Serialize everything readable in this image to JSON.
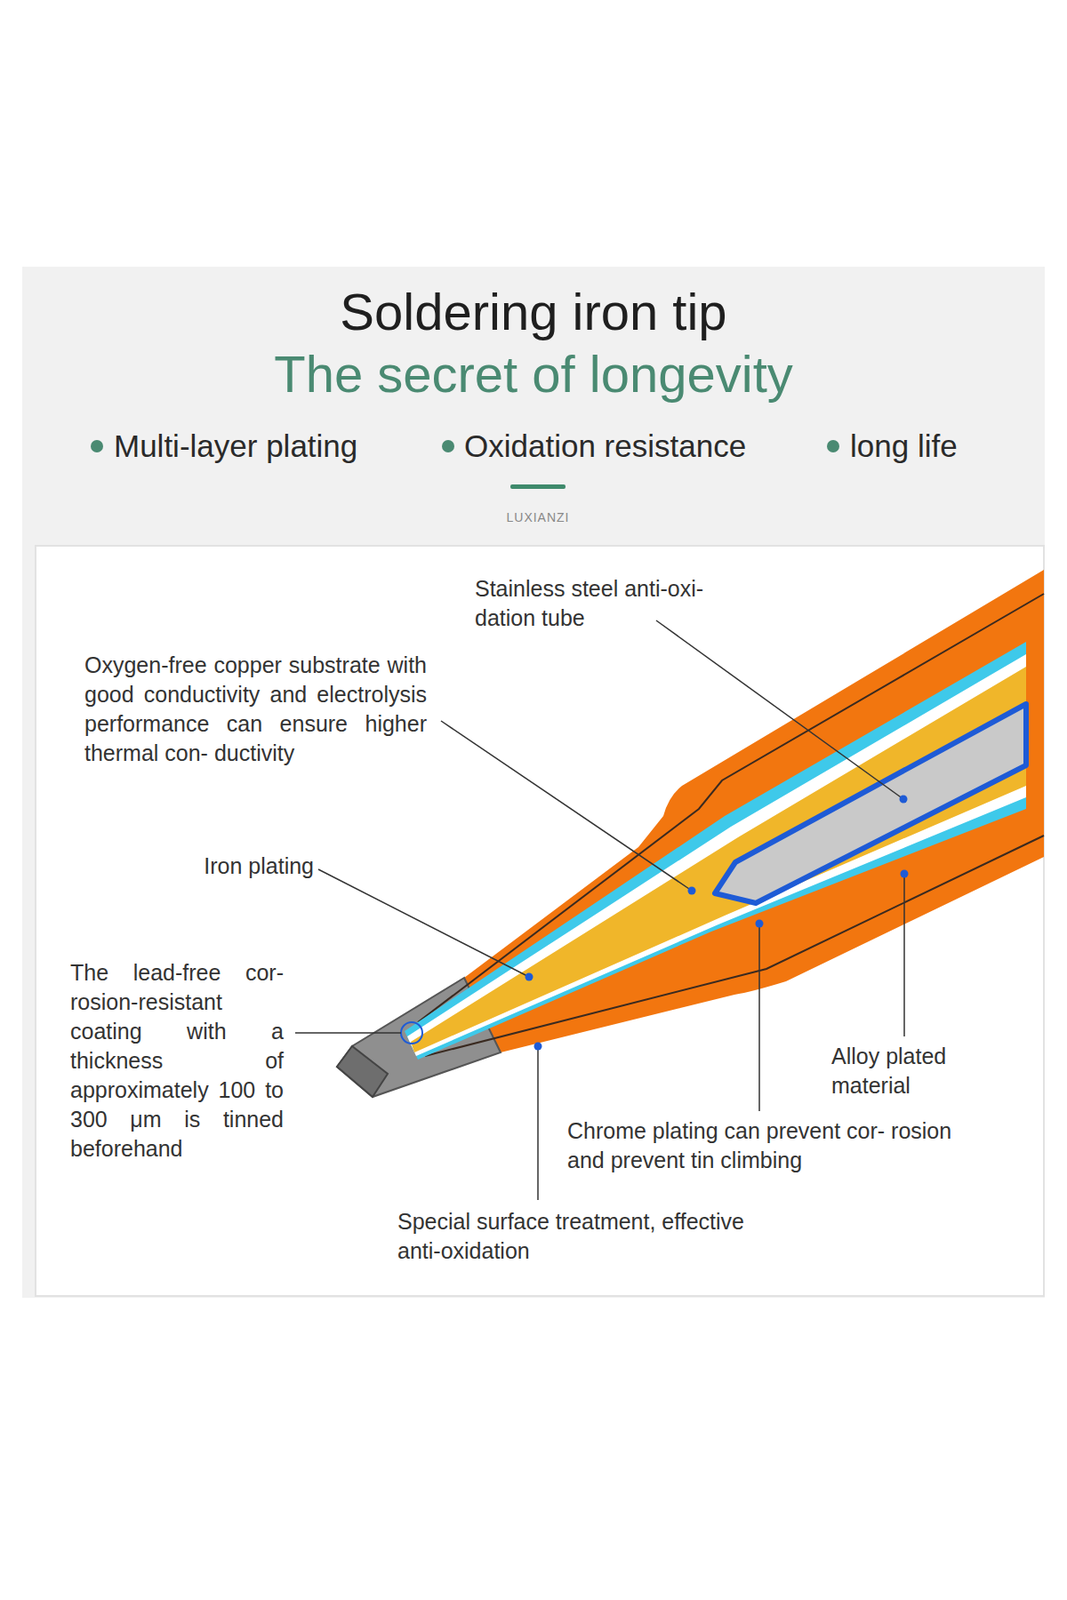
{
  "diagram": {
    "title": "Soldering iron tip",
    "labels": [
      "The secret of longevity",
      "Multi-layer plating",
      "Oxidation resistance",
      "long life",
      "LUXIANZI",
      "Stainless steel anti-oxi- dation tube",
      "Oxygen-free copper substrate with good conductivity and electrolysis performance can ensure higher thermal con- ductivity",
      "Iron plating",
      "The lead-free cor- rosion-resistant coating with a thickness of approximately 100 to 300 μm is tinned beforehand",
      "Alloy plated material",
      "Chrome plating can prevent cor- rosion and prevent tin climbing",
      "Special surface treatment, effective anti-oxidation"
    ]
  }
}
